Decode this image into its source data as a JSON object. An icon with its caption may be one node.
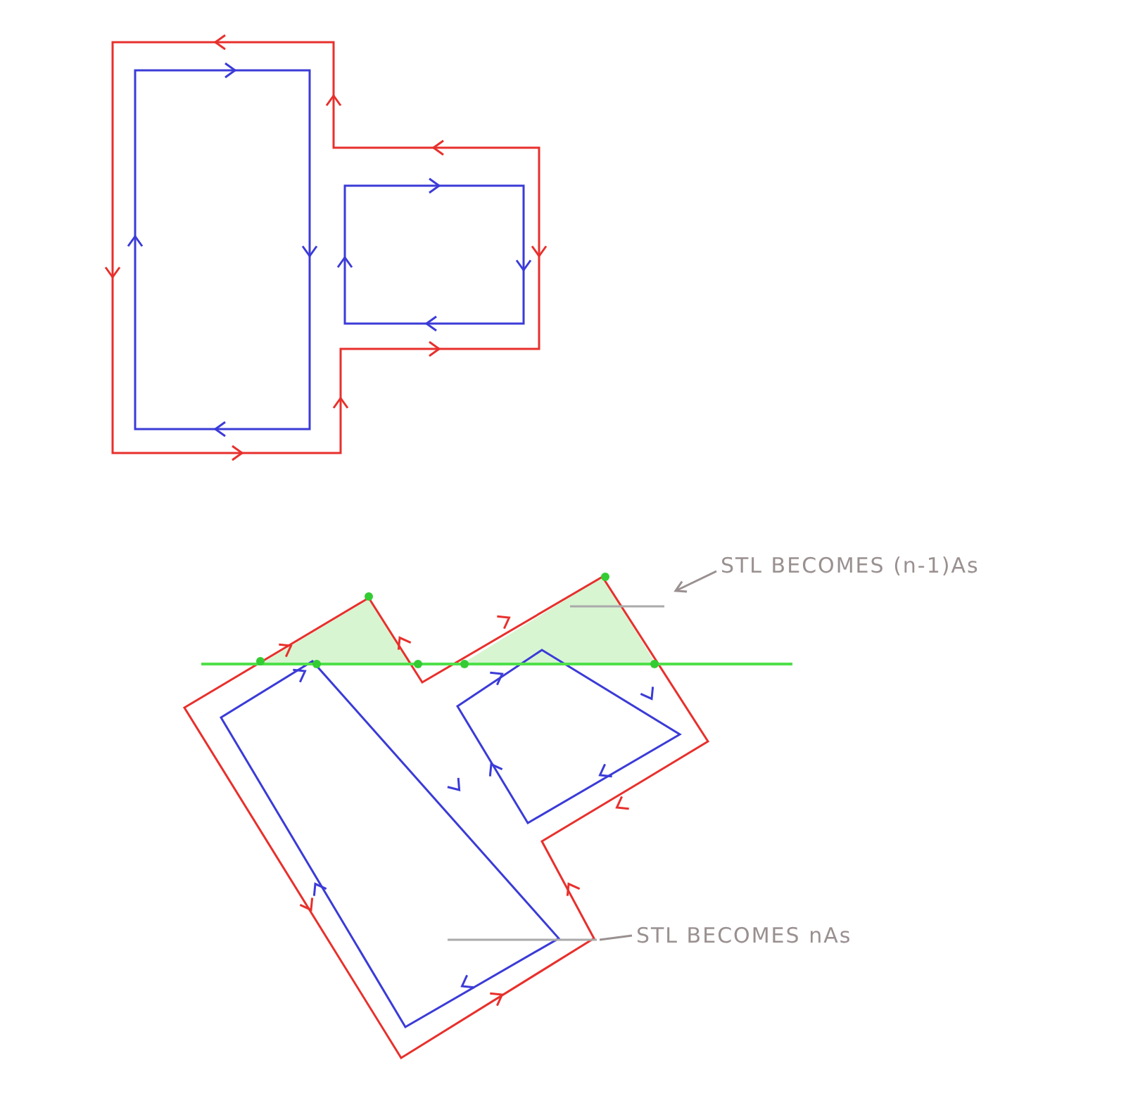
{
  "diagram": {
    "nodes": [
      {
        "text": [
          "STL BECOMES (n-1)As"
        ]
      },
      {
        "text": [
          "STL BECOMES nAs"
        ]
      }
    ],
    "edges": [
      {
        "from": 0,
        "to": null,
        "arrow": "to"
      },
      {
        "from": 1,
        "to": null,
        "arrow": "none"
      }
    ]
  }
}
